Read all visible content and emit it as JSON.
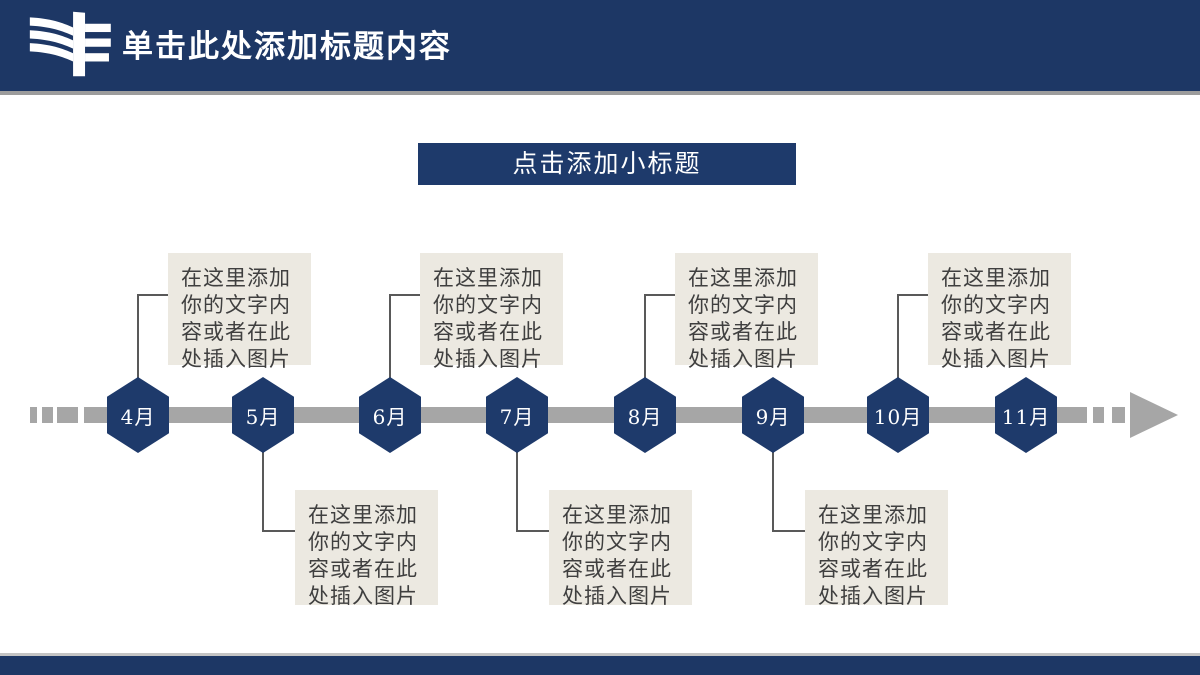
{
  "header": {
    "title": "单击此处添加标题内容",
    "logo": "waves-flag-logo-icon"
  },
  "subtitle": {
    "label": "点击添加小标题"
  },
  "timeline": {
    "placeholder_text": "在这里添加你的文字内容或者在此处插入图片",
    "months": [
      {
        "label": "4月",
        "note_side": "top"
      },
      {
        "label": "5月",
        "note_side": "bottom"
      },
      {
        "label": "6月",
        "note_side": "top"
      },
      {
        "label": "7月",
        "note_side": "bottom"
      },
      {
        "label": "8月",
        "note_side": "top"
      },
      {
        "label": "9月",
        "note_side": "bottom"
      },
      {
        "label": "10月",
        "note_side": "top"
      },
      {
        "label": "11月",
        "note_side": "none"
      }
    ]
  },
  "colors": {
    "header_navy": "#1d3765",
    "navy": "#1e3a6b",
    "timeline_gray": "#a6a6a6",
    "box_bg": "#ece9e1",
    "box_text": "#3f3f3f",
    "connector_gray": "#595959",
    "divider_gray": "#9c9c9c"
  }
}
